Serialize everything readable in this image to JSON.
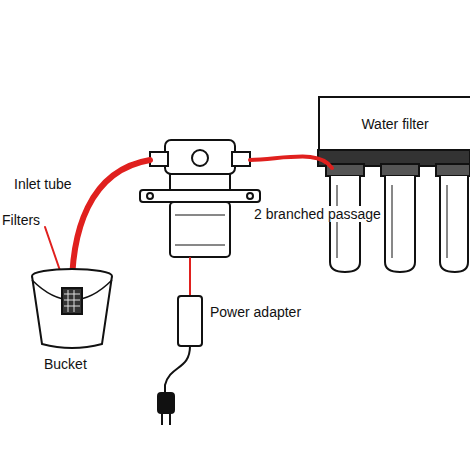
{
  "diagram": {
    "nodes": [
      {
        "text": [
          "Water filter"
        ]
      }
    ],
    "labels": [
      "Inlet tube",
      "Filters",
      "Bucket",
      "2 branched passage",
      "Power adapter"
    ]
  }
}
